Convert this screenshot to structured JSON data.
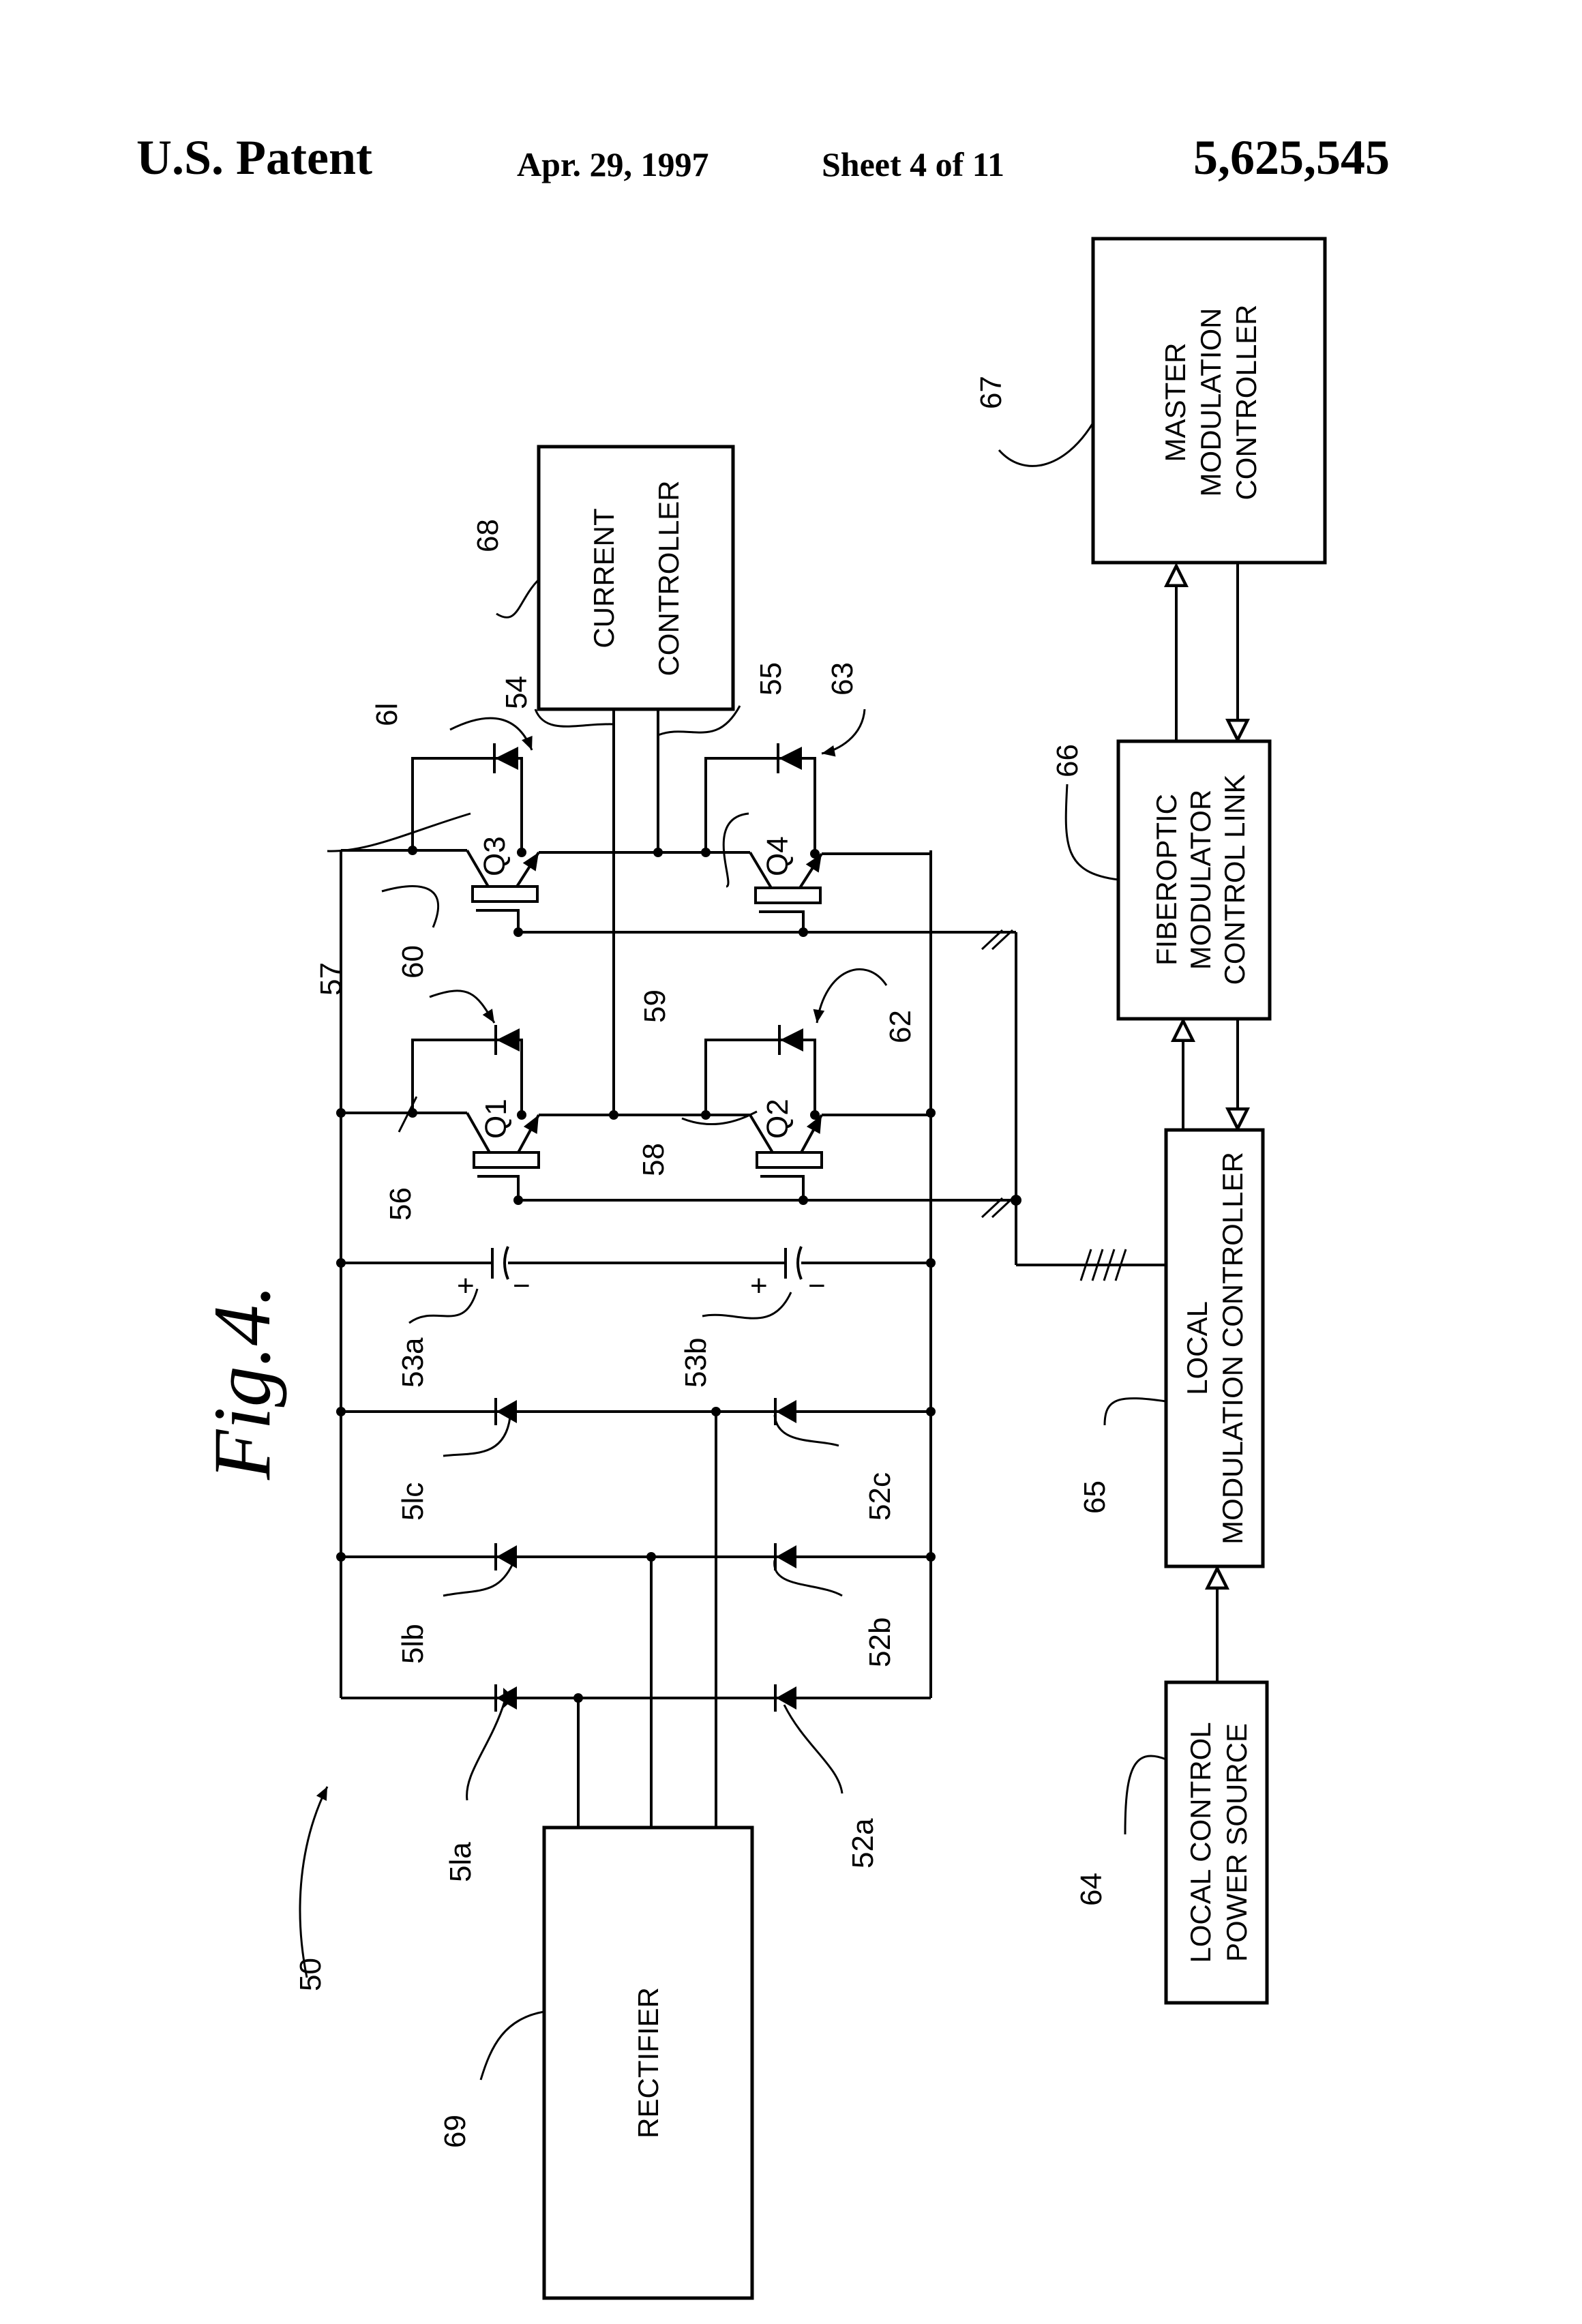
{
  "header": {
    "left": "U.S. Patent",
    "date": "Apr. 29, 1997",
    "sheet": "Sheet 4 of 11",
    "patent_number": "5,625,545"
  },
  "figure": {
    "title": "Fig.4.",
    "reference": "50"
  },
  "blocks": {
    "master": {
      "ref": "67",
      "lines": [
        "MASTER",
        "MODULATION",
        "CONTROLLER"
      ]
    },
    "current": {
      "ref": "68",
      "lines": [
        "CURRENT",
        "CONTROLLER"
      ]
    },
    "fiberoptic": {
      "ref": "66",
      "lines": [
        "FIBEROPTIC",
        "MODULATOR",
        "CONTROL LINK"
      ]
    },
    "local_mod": {
      "ref": "65",
      "lines": [
        "LOCAL",
        "MODULATION CONTROLLER"
      ]
    },
    "local_power": {
      "ref": "64",
      "lines": [
        "LOCAL CONTROL",
        "POWER SOURCE"
      ]
    },
    "rectifier": {
      "ref": "69",
      "lines": [
        "RECTIFIER"
      ]
    }
  },
  "labels": {
    "q1": "Q1",
    "q2": "Q2",
    "q3": "Q3",
    "q4": "Q4",
    "l54": "54",
    "l55": "55",
    "l56": "56",
    "l57": "57",
    "l58": "58",
    "l59": "59",
    "l60": "60",
    "l61": "6l",
    "l62": "62",
    "l63": "63",
    "l53a": "53a",
    "l53b": "53b",
    "l51a": "5la",
    "l51b": "5lb",
    "l51c": "5lc",
    "l52a": "52a",
    "l52b": "52b",
    "l52c": "52c",
    "plus": "+",
    "minus": "−"
  }
}
